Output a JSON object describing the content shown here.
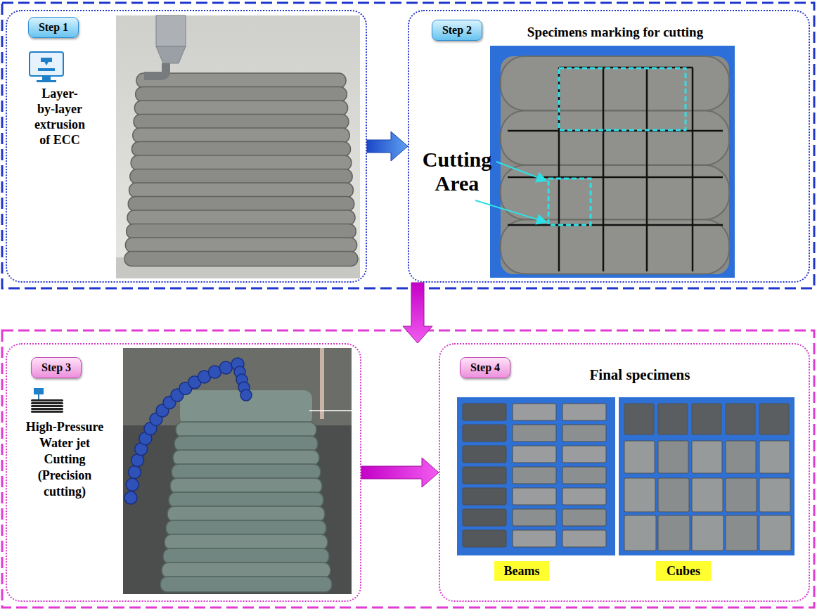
{
  "diagram": {
    "nodes": [
      {
        "text": [
          "Layer-by-layer extrusion of ECC"
        ]
      },
      {
        "text": [
          "Step 1"
        ],
        "in": 0
      },
      {
        "text": [
          "Specimens marking for cutting",
          "Cutting Area"
        ]
      },
      {
        "text": [
          "Step 2"
        ],
        "in": 2
      },
      {
        "text": [
          "High-Pressure Water jet Cutting (Precision cutting)"
        ]
      },
      {
        "text": [
          "Step 3"
        ],
        "in": 4
      },
      {
        "text": [
          "Final specimens"
        ]
      },
      {
        "text": [
          "Step 4"
        ],
        "in": 6
      },
      {
        "text": [
          "Beams"
        ],
        "in": 6
      },
      {
        "text": [
          "Cubes"
        ],
        "in": 6
      }
    ],
    "edges": [
      {
        "from": 0,
        "to": 2,
        "arrow": "to"
      },
      {
        "from": 2,
        "to": 4,
        "arrow": "to"
      },
      {
        "from": 4,
        "to": 6,
        "arrow": "to"
      }
    ]
  }
}
